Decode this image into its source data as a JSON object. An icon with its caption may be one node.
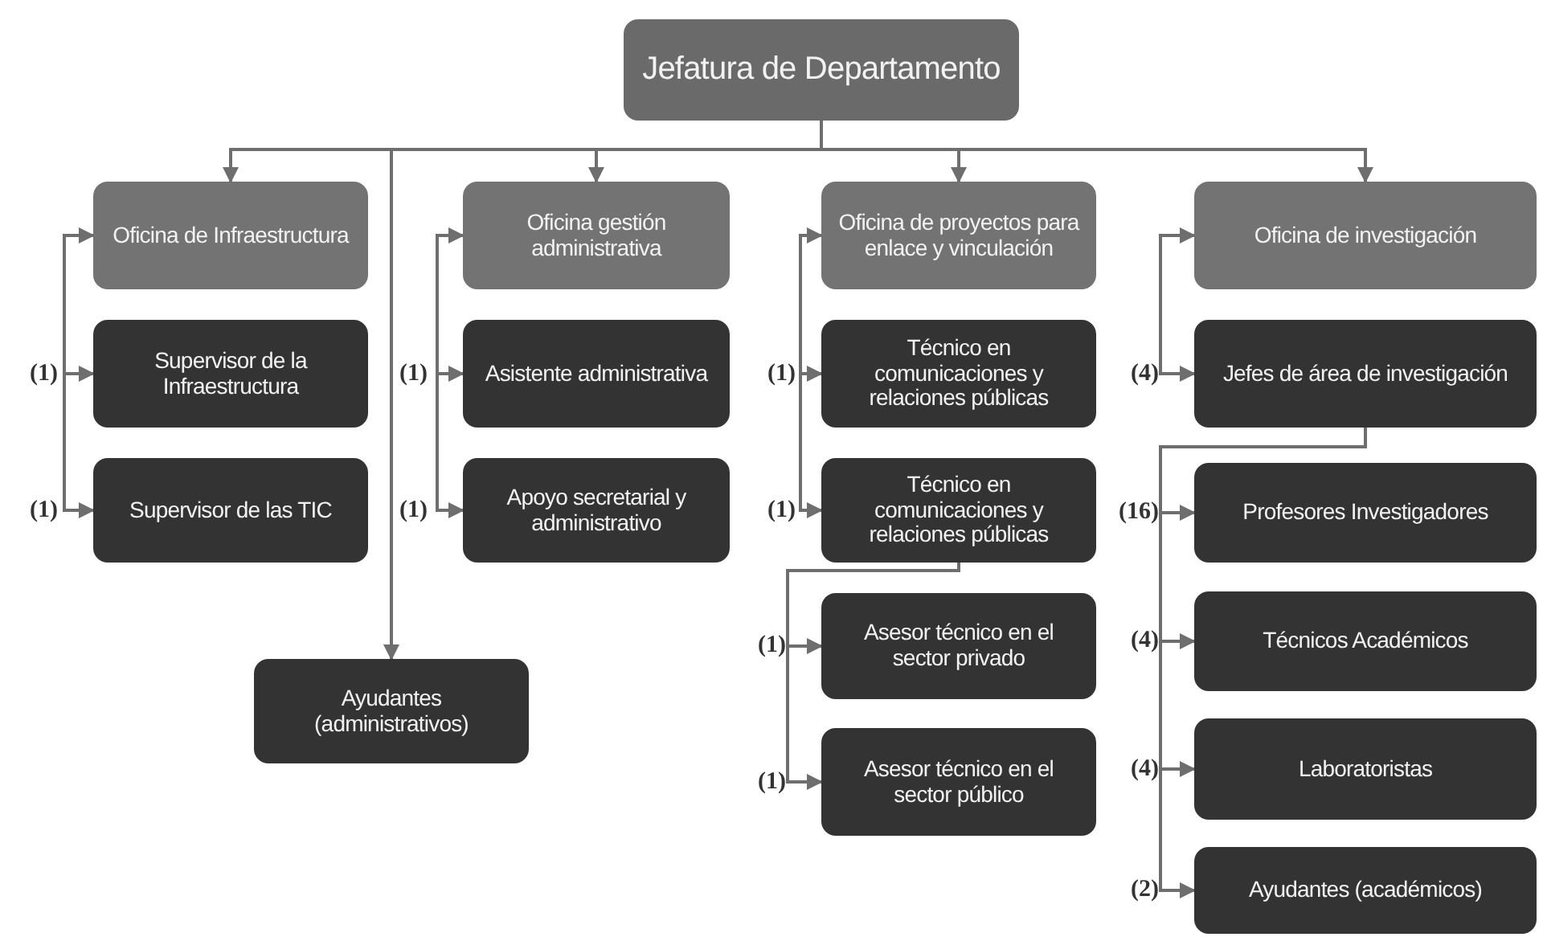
{
  "diagram": {
    "nodes": [
      {
        "text": [
          "Jefatura de Departamento"
        ]
      },
      {
        "text": [
          "Oficina de Infraestructura"
        ]
      },
      {
        "text": [
          "Supervisor de la Infraestructura"
        ],
        "beside": [
          "(1)"
        ]
      },
      {
        "text": [
          "Supervisor de las TIC"
        ],
        "beside": [
          "(1)"
        ]
      },
      {
        "text": [
          "Oficina gestión administrativa"
        ]
      },
      {
        "text": [
          "Asistente administrativa"
        ],
        "beside": [
          "(1)"
        ]
      },
      {
        "text": [
          "Apoyo secretarial y administrativo"
        ],
        "beside": [
          "(1)"
        ]
      },
      {
        "text": [
          "Ayudantes (administrativos)"
        ]
      },
      {
        "text": [
          "Oficina de proyectos para enlace y vinculación"
        ]
      },
      {
        "text": [
          "Técnico en comunicaciones y relaciones públicas"
        ],
        "beside": [
          "(1)"
        ]
      },
      {
        "text": [
          "Técnico en comunicaciones y relaciones públicas"
        ],
        "beside": [
          "(1)"
        ]
      },
      {
        "text": [
          "Asesor técnico en el sector privado"
        ],
        "beside": [
          "(1)"
        ]
      },
      {
        "text": [
          "Asesor técnico en el sector público"
        ],
        "beside": [
          "(1)"
        ]
      },
      {
        "text": [
          "Oficina de investigación"
        ]
      },
      {
        "text": [
          "Jefes de área de investigación"
        ],
        "beside": [
          "(4)"
        ]
      },
      {
        "text": [
          "Profesores Investigadores"
        ],
        "beside": [
          "(16)"
        ]
      },
      {
        "text": [
          "Técnicos Académicos"
        ],
        "beside": [
          "(4)"
        ]
      },
      {
        "text": [
          "Laboratoristas"
        ],
        "beside": [
          "(4)"
        ]
      },
      {
        "text": [
          "Ayudantes (académicos)"
        ],
        "beside": [
          "(2)"
        ]
      }
    ],
    "edges": [
      {
        "from": 0,
        "to": 1,
        "arrow": "to"
      },
      {
        "from": 0,
        "to": 4,
        "arrow": "to"
      },
      {
        "from": 0,
        "to": 7,
        "arrow": "to"
      },
      {
        "from": 0,
        "to": 8,
        "arrow": "to"
      },
      {
        "from": 0,
        "to": 13,
        "arrow": "to"
      },
      {
        "from": null,
        "to": 1,
        "arrow": "to"
      },
      {
        "from": null,
        "to": 2,
        "arrow": "to"
      },
      {
        "from": null,
        "to": 3,
        "arrow": "to"
      },
      {
        "from": null,
        "to": 4,
        "arrow": "to"
      },
      {
        "from": null,
        "to": 5,
        "arrow": "to"
      },
      {
        "from": null,
        "to": 6,
        "arrow": "to"
      },
      {
        "from": null,
        "to": 8,
        "arrow": "to"
      },
      {
        "from": null,
        "to": 9,
        "arrow": "to"
      },
      {
        "from": null,
        "to": 10,
        "arrow": "to"
      },
      {
        "from": null,
        "to": 13,
        "arrow": "to"
      },
      {
        "from": null,
        "to": 14,
        "arrow": "to"
      },
      {
        "from": 10,
        "to": 11,
        "arrow": "to"
      },
      {
        "from": 10,
        "to": 12,
        "arrow": "to"
      },
      {
        "from": 14,
        "to": 15,
        "arrow": "to"
      },
      {
        "from": 14,
        "to": 16,
        "arrow": "to"
      },
      {
        "from": 14,
        "to": 17,
        "arrow": "to"
      },
      {
        "from": 14,
        "to": 18,
        "arrow": "to"
      }
    ]
  }
}
